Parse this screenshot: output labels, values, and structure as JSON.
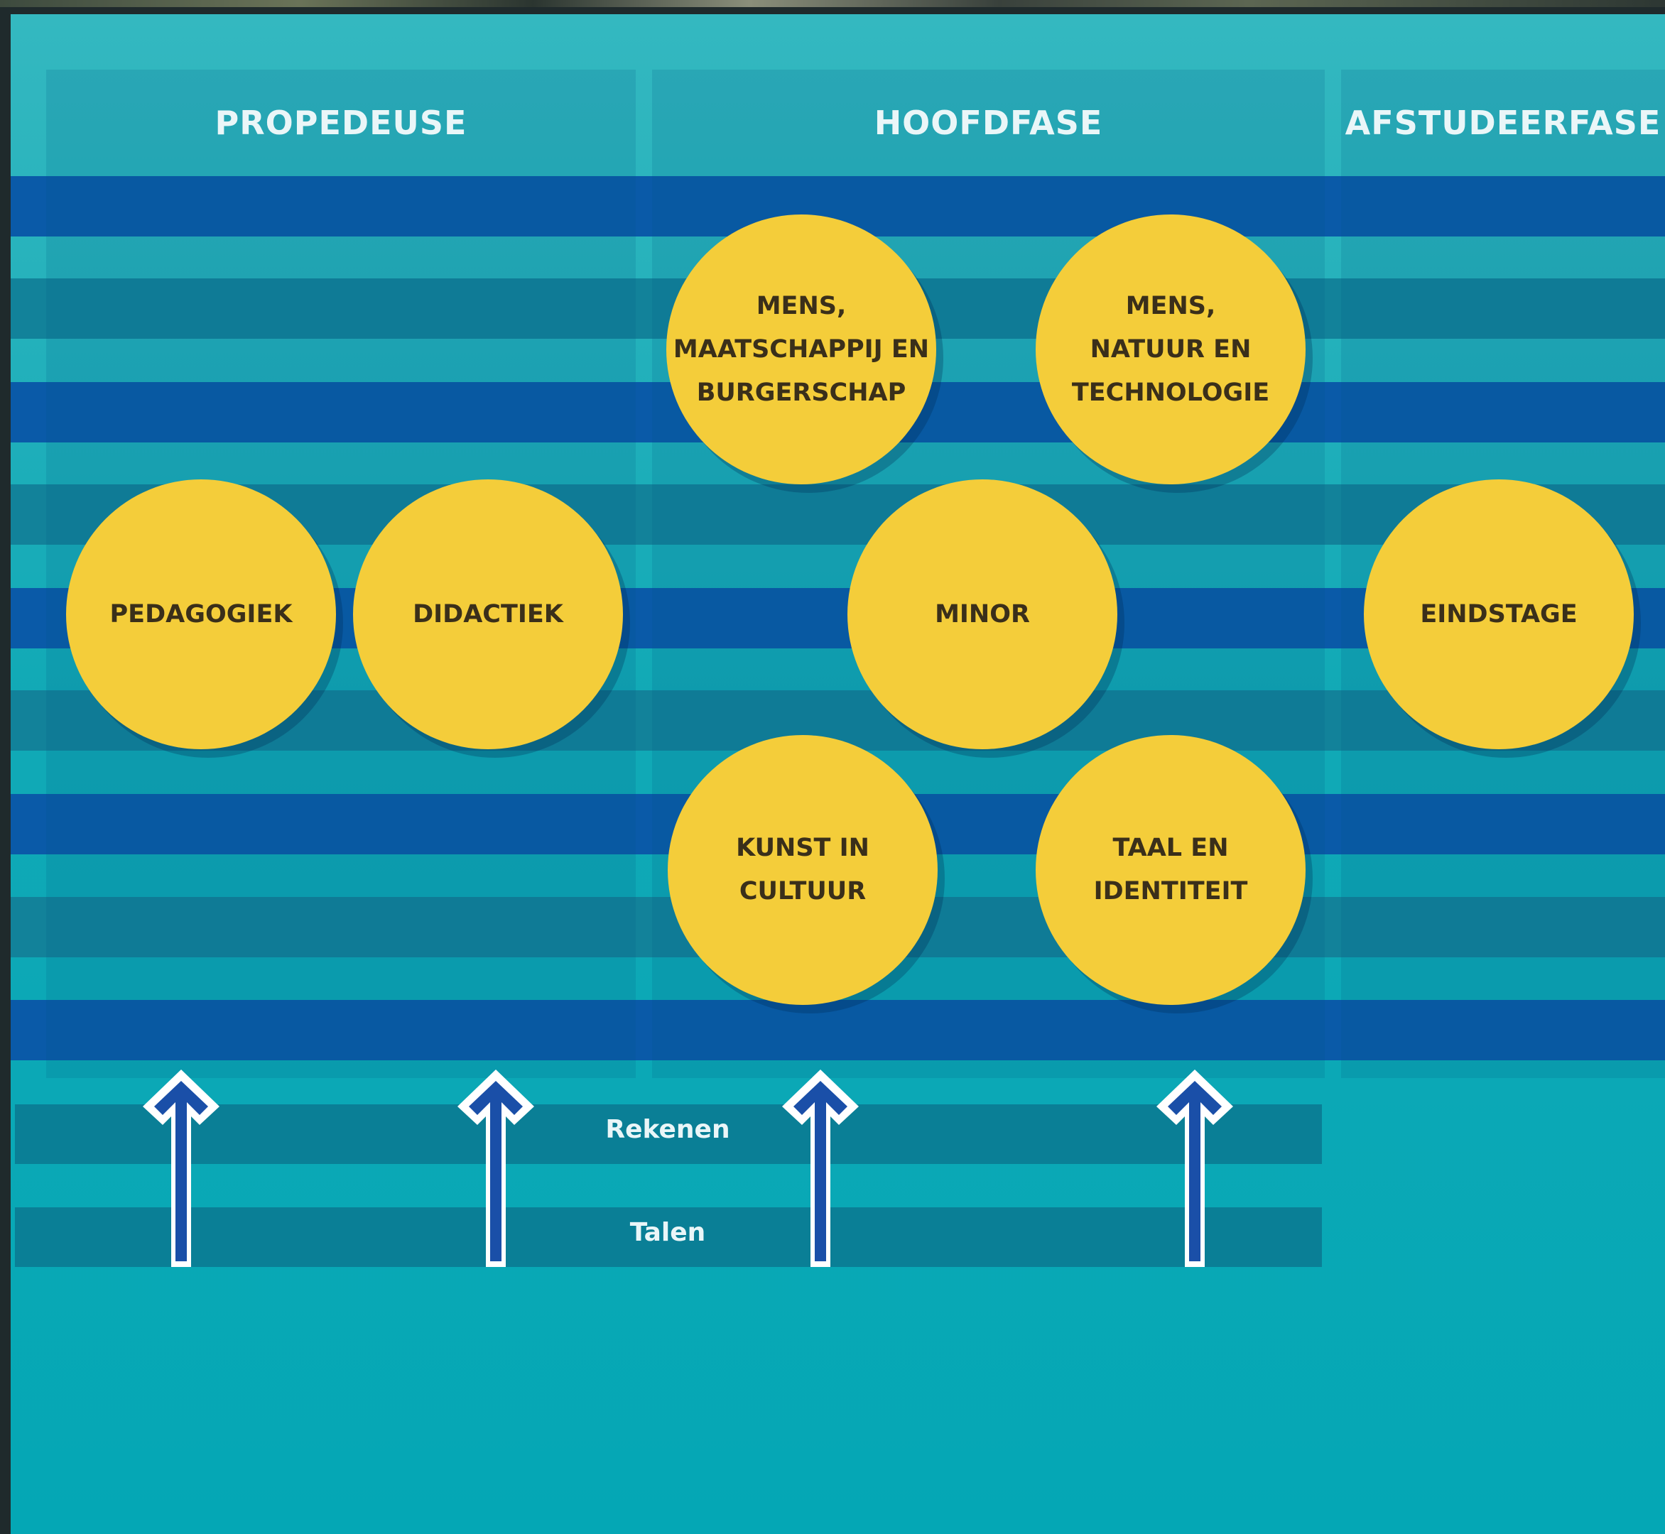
{
  "phases": [
    {
      "label": "PROPEDEUSE"
    },
    {
      "label": "HOOFDFASE"
    },
    {
      "label": "AFSTUDEERFASE"
    }
  ],
  "modules": [
    {
      "label": "PEDAGOGIEK"
    },
    {
      "label": "DIDACTIEK"
    },
    {
      "label": "MENS,\nMAATSCHAPPIJ EN\nBURGERSCHAP"
    },
    {
      "label": "MENS,\nNATUUR EN\nTECHNOLOGIE"
    },
    {
      "label": "MINOR"
    },
    {
      "label": "KUNST IN\nCULTUUR"
    },
    {
      "label": "TAAL EN\nIDENTITEIT"
    },
    {
      "label": "EINDSTAGE"
    }
  ],
  "skills": [
    {
      "label": "Rekenen"
    },
    {
      "label": "Talen"
    }
  ],
  "colors": {
    "background": "#04a7b5",
    "stripe_dark": "#0a5aa8",
    "stripe_mid": "#12829a",
    "circle": "#f4cd3a",
    "arrow": "#1a4fa8"
  }
}
